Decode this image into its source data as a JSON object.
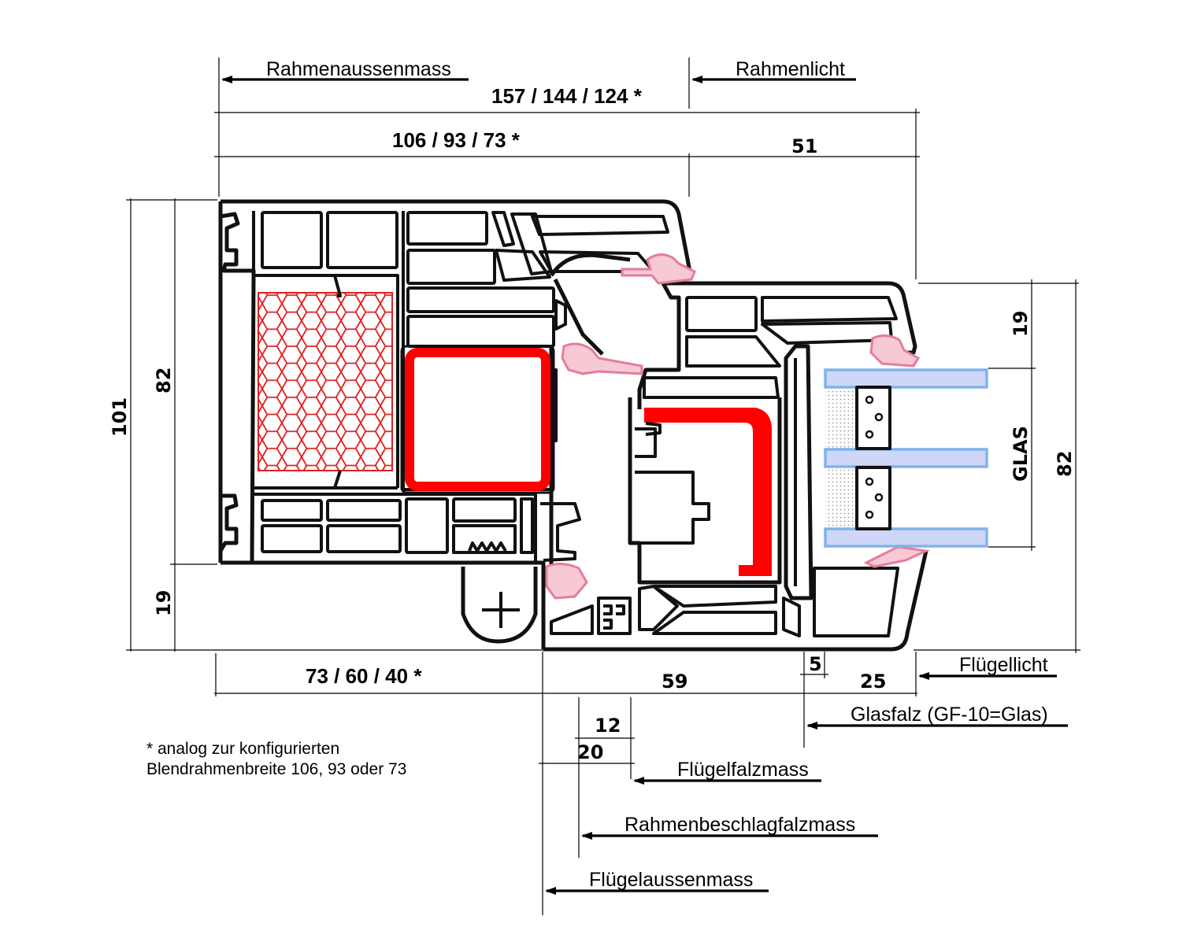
{
  "labels": {
    "rahmenaussenmass": "Rahmenaussenmass",
    "rahmenlicht": "Rahmenlicht",
    "fluegellicht": "Flügellicht",
    "glasfalz": "Glasfalz (GF-10=Glas)",
    "fluegelfalzmass": "Flügelfalzmass",
    "rahmenbeschlagfalzmass": "Rahmenbeschlagfalzmass",
    "fluegelaussenmass": "Flügelaussenmass",
    "glas": "GLAS"
  },
  "dimensions": {
    "total_width": "157 / 144 / 124 *",
    "frame_width": "106 / 93 / 73 *",
    "glazing_bead_width": "51",
    "frame_height": "101",
    "frame_inner_height": "82",
    "frame_bottom": "19",
    "glass_height": "82",
    "glass_top": "19",
    "bottom_left": "73 / 60 / 40 *",
    "bottom_middle": "59",
    "glasfalz_small": "5",
    "bottom_right": "25",
    "fluegelfalz": "12",
    "rahmenbeschlagfalz": "20"
  },
  "note": {
    "line1": "* analog zur konfigurierten",
    "line2": "Blendrahmenbreite 106, 93 oder 73"
  },
  "colors": {
    "profile": "#111111",
    "steel_reinforcement": "#ff0000",
    "insulation": "#e02020",
    "gasket": "#f7c9d4",
    "glass": "#cfd6f7",
    "glass_edge": "#7fb3ea"
  }
}
